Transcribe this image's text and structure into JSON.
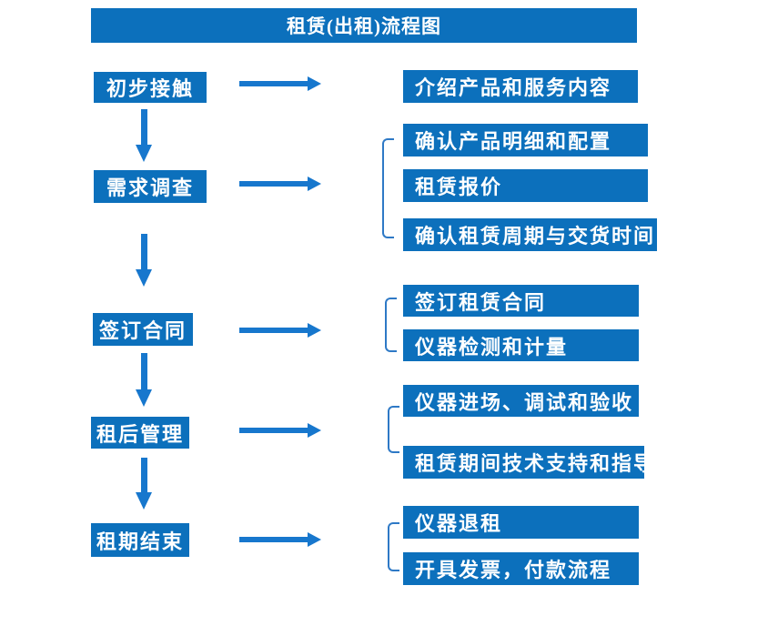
{
  "title": "租赁(出租)流程图",
  "colors": {
    "box_blue": "#0C70BC",
    "arrow_blue": "#1777CD",
    "bracket_blue": "#2E79C6",
    "text_white": "#FFFFFF",
    "background": "#FFFFFF"
  },
  "groups": [
    {
      "step": "初步接触",
      "details": [
        "介绍产品和服务内容"
      ]
    },
    {
      "step": "需求调查",
      "details": [
        "确认产品明细和配置",
        "租赁报价",
        "确认租赁周期与交货时间"
      ]
    },
    {
      "step": "签订合同",
      "details": [
        "签订租赁合同",
        "仪器检测和计量"
      ]
    },
    {
      "step": "租后管理",
      "details": [
        "仪器进场、调试和验收",
        "租赁期间技术支持和指导"
      ]
    },
    {
      "step": "租期结束",
      "details": [
        "仪器退租",
        "开具发票，付款流程"
      ]
    }
  ]
}
